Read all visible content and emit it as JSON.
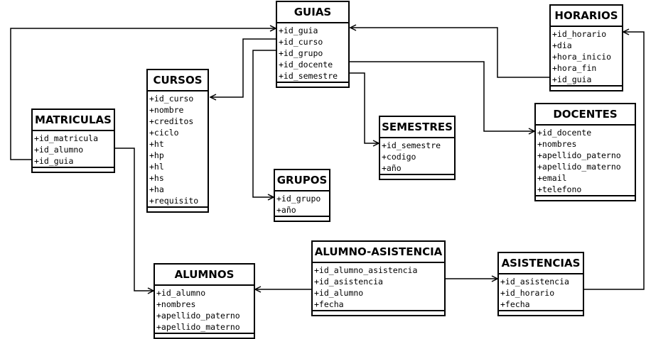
{
  "entities": {
    "guias": {
      "name": "GUIAS",
      "fields": [
        "+id_guia",
        "+id_curso",
        "+id_grupo",
        "+id_docente",
        "+id_semestre"
      ]
    },
    "horarios": {
      "name": "HORARIOS",
      "fields": [
        "+id_horario",
        "+dia",
        "+hora_inicio",
        "+hora_fin",
        "+id_guia"
      ]
    },
    "cursos": {
      "name": "CURSOS",
      "fields": [
        "+id_curso",
        "+nombre",
        "+creditos",
        "+ciclo",
        "+ht",
        "+hp",
        "+hl",
        "+hs",
        "+ha",
        "+requisito"
      ]
    },
    "matriculas": {
      "name": "MATRICULAS",
      "fields": [
        "+id_matricula",
        "+id_alumno",
        "+id_guia"
      ]
    },
    "semestres": {
      "name": "SEMESTRES",
      "fields": [
        "+id_semestre",
        "+codigo",
        "+año"
      ]
    },
    "docentes": {
      "name": "DOCENTES",
      "fields": [
        "+id_docente",
        "+nombres",
        "+apellido_paterno",
        "+apellido_materno",
        "+email",
        "+telefono"
      ]
    },
    "grupos": {
      "name": "GRUPOS",
      "fields": [
        "+id_grupo",
        "+año"
      ]
    },
    "alumno_asistencia": {
      "name": "ALUMNO-ASISTENCIA",
      "fields": [
        "+id_alumno_asistencia",
        "+id_asistencia",
        "+id_alumno",
        "+fecha"
      ]
    },
    "alumnos": {
      "name": "ALUMNOS",
      "fields": [
        "+id_alumno",
        "+nombres",
        "+apellido_paterno",
        "+apellido_materno"
      ]
    },
    "asistencias": {
      "name": "ASISTENCIAS",
      "fields": [
        "+id_asistencia",
        "+id_horario",
        "+fecha"
      ]
    }
  }
}
